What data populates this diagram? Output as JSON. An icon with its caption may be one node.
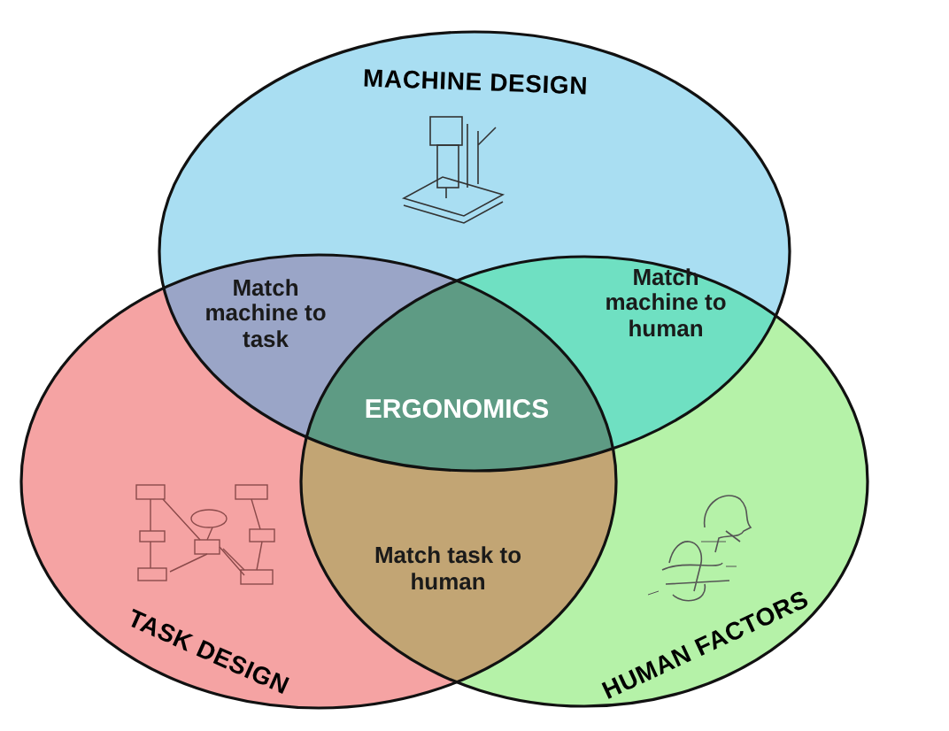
{
  "diagram": {
    "nodes": [
      {
        "text": [
          "MACHINE DESIGN"
        ]
      },
      {
        "text": [
          "TASK DESIGN"
        ]
      },
      {
        "text": [
          "HUMAN FACTORS"
        ]
      }
    ],
    "labels": [
      "Match machine to task",
      "Match machine to human",
      "ERGONOMICS",
      "Match task to human"
    ]
  }
}
